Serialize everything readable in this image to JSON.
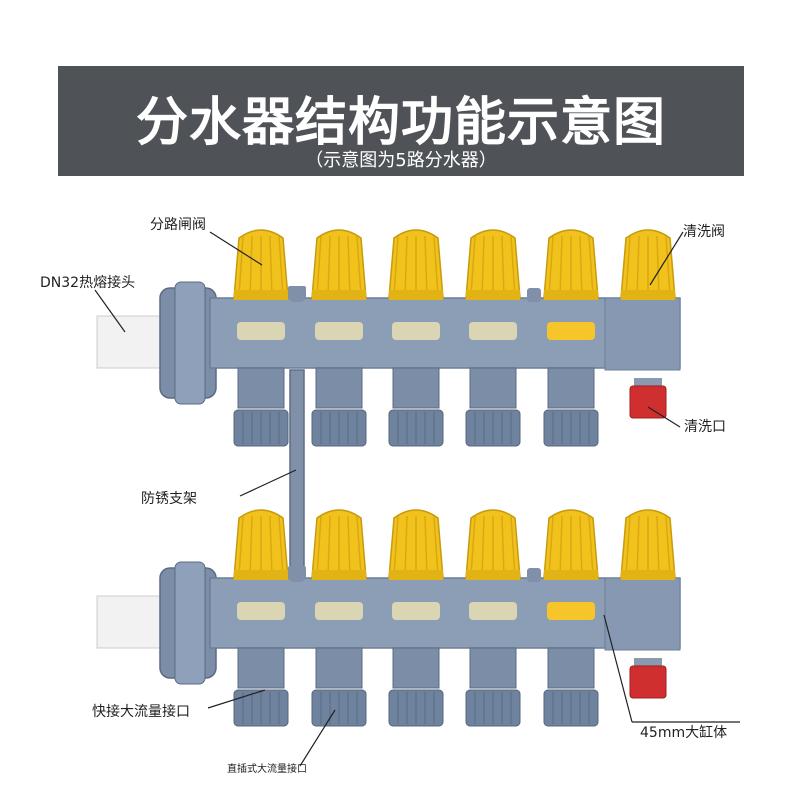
{
  "header": {
    "title": "分水器结构功能示意图",
    "subtitle": "（示意图为5路分水器）"
  },
  "callouts": {
    "branch_valve": "分路闸阀",
    "flush_valve": "清洗阀",
    "dn32_fitting": "DN32热熔接头",
    "flush_port": "清洗口",
    "bracket": "防锈支架",
    "quick_port": "快接大流量接口",
    "cylinder": "45mm大缸体",
    "plug_port": "直插式大流量接口"
  },
  "manifolds": [
    {
      "id": "supply",
      "branch_count": 5
    },
    {
      "id": "return",
      "branch_count": 5
    }
  ],
  "colors": {
    "banner_bg": "#4f5358",
    "body_gray": "#8c9eb5",
    "cap_yellow": "#f1c21b",
    "port_red": "#d02f2f",
    "pipe_white": "#f2f2f2",
    "label_text": "#222222"
  }
}
